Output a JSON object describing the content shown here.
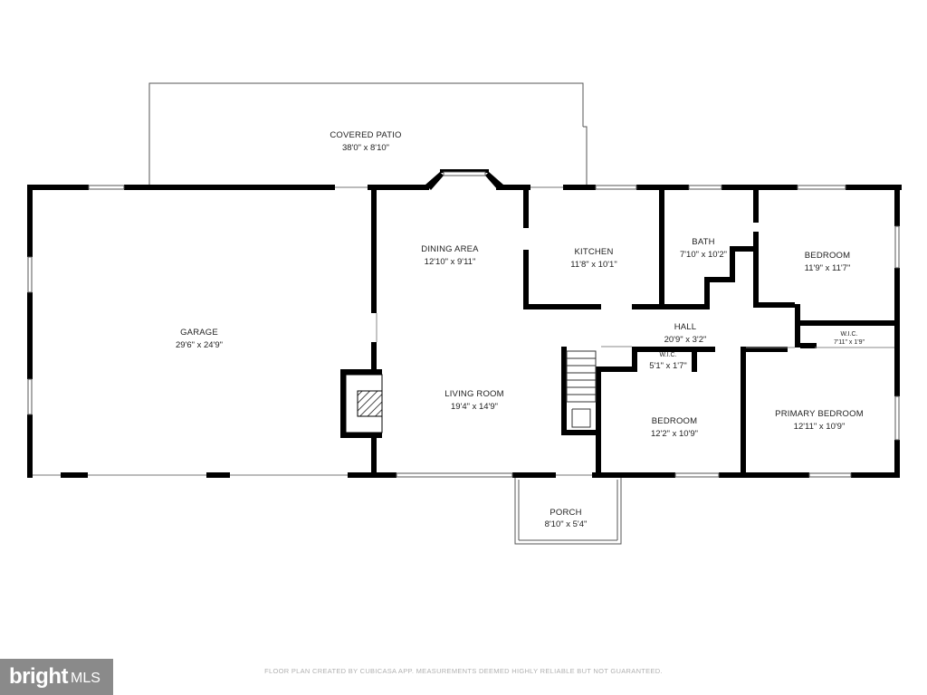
{
  "rooms": {
    "covered_patio": {
      "name": "COVERED PATIO",
      "dims": "38'0\" x 8'10\""
    },
    "garage": {
      "name": "GARAGE",
      "dims": "29'6\" x 24'9\""
    },
    "dining_area": {
      "name": "DINING AREA",
      "dims": "12'10\" x 9'11\""
    },
    "kitchen": {
      "name": "KITCHEN",
      "dims": "11'8\" x 10'1\""
    },
    "bath": {
      "name": "BATH",
      "dims": "7'10\" x 10'2\""
    },
    "bedroom_ne": {
      "name": "BEDROOM",
      "dims": "11'9\" x 11'7\""
    },
    "hall": {
      "name": "HALL",
      "dims": "20'9\" x 3'2\""
    },
    "wic_primary": {
      "name": "W.I.C.",
      "dims": "7'11\" x 1'9\""
    },
    "wic_center": {
      "name": "W.I.C.",
      "dims": "5'1\" x 1'7\""
    },
    "living_room": {
      "name": "LIVING ROOM",
      "dims": "19'4\" x 14'9\""
    },
    "bedroom_s": {
      "name": "BEDROOM",
      "dims": "12'2\" x 10'9\""
    },
    "primary_bedroom": {
      "name": "PRIMARY BEDROOM",
      "dims": "12'11\" x 10'9\""
    },
    "porch": {
      "name": "PORCH",
      "dims": "8'10\" x 5'4\""
    }
  },
  "footer": {
    "note": "FLOOR PLAN CREATED BY CUBICASA APP. MEASUREMENTS DEEMED HIGHLY RELIABLE BUT NOT GUARANTEED."
  },
  "logo": {
    "brand": "bright",
    "suffix": "MLS"
  },
  "colors": {
    "wall": "#000000",
    "thin_line": "#555555",
    "logo_bg": "#8a8a8a"
  }
}
